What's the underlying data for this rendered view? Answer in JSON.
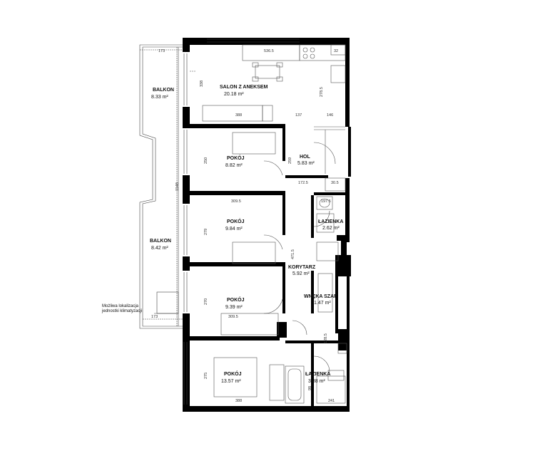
{
  "rooms": {
    "salon": {
      "name": "SALON Z ANEKSEM",
      "area": "20.18 m²"
    },
    "hol": {
      "name": "HOL",
      "area": "5.83 m²"
    },
    "pokoj1": {
      "name": "POKÓJ",
      "area": "8.82 m²"
    },
    "pokoj2": {
      "name": "POKÓJ",
      "area": "9.84 m²"
    },
    "pokoj3": {
      "name": "POKÓJ",
      "area": "9.39 m²"
    },
    "pokoj4": {
      "name": "POKÓJ",
      "area": "13.57 m²"
    },
    "korytarz": {
      "name": "KORYTARZ",
      "area": "5.92 m²"
    },
    "lazienka1": {
      "name": "ŁAZIENKA",
      "area": "2.62 m²"
    },
    "lazienka2": {
      "name": "ŁAZIENKA",
      "area": "3.88 m²"
    },
    "wneka": {
      "name": "WNĘKA SZAF",
      "area": "1.47 m²"
    },
    "balkon1": {
      "name": "BALKON",
      "area": "8.33 m²"
    },
    "balkon2": {
      "name": "BALKON",
      "area": "8.42 m²"
    }
  },
  "note": {
    "line1": "Możliwa lokalizacja",
    "line2": "jednostki klimatyzacji"
  },
  "dims": {
    "d173a": "173",
    "d536": "536.5",
    "d32": "32",
    "d338": "338",
    "d278": "278.5",
    "d388": "388",
    "d137": "137",
    "d146": "146",
    "d250": "250",
    "d259": "259",
    "d1148": "1148",
    "d3095a": "309.5",
    "d1725": "172.5",
    "d305": "30.5",
    "d1975": "197.5",
    "d279": "279",
    "d4715": "471.5",
    "d270": "270",
    "d3095b": "309.5",
    "d173b": "173",
    "d1285": "128.5",
    "d275": "275",
    "d388b": "388",
    "d241": "241",
    "d98": "98"
  },
  "colors": {
    "wall": "#000000",
    "line": "#444444"
  }
}
